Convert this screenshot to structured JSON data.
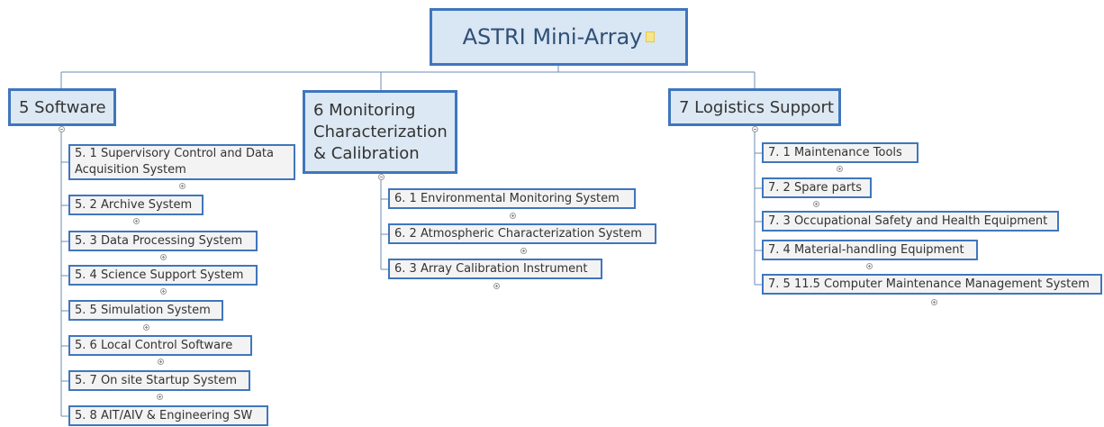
{
  "root": {
    "label": "ASTRI Mini-Array",
    "note_icon": "note-icon"
  },
  "branches": [
    {
      "id": "software",
      "label": "5 Software",
      "children": [
        {
          "label": "5. 1 Supervisory Control and Data Acquisition System"
        },
        {
          "label": "5. 2 Archive System"
        },
        {
          "label": "5. 3 Data Processing System"
        },
        {
          "label": "5. 4 Science Support System"
        },
        {
          "label": "5. 5 Simulation System"
        },
        {
          "label": "5. 6 Local Control Software"
        },
        {
          "label": "5. 7 On site Startup System"
        },
        {
          "label": "5. 8 AIT/AIV & Engineering SW"
        }
      ]
    },
    {
      "id": "monitoring",
      "label": "6 Monitoring Characterization & Calibration",
      "children": [
        {
          "label": "6. 1 Environmental Monitoring System"
        },
        {
          "label": "6. 2 Atmospheric Characterization System"
        },
        {
          "label": "6. 3 Array Calibration Instrument"
        }
      ]
    },
    {
      "id": "logistics",
      "label": "7 Logistics Support",
      "children": [
        {
          "label": "7. 1 Maintenance Tools"
        },
        {
          "label": "7. 2 Spare parts"
        },
        {
          "label": "7. 3 Occupational Safety and Health Equipment"
        },
        {
          "label": "7. 4 Material-handling Equipment"
        },
        {
          "label": "7. 5 11.5 Computer Maintenance Management System"
        }
      ]
    }
  ],
  "colors": {
    "border": "#3f76bd",
    "root_fill": "#d9e6f3",
    "branch_fill": "#dce8f3",
    "leaf_fill": "#f3f3f3",
    "line": "#6b8db5"
  }
}
